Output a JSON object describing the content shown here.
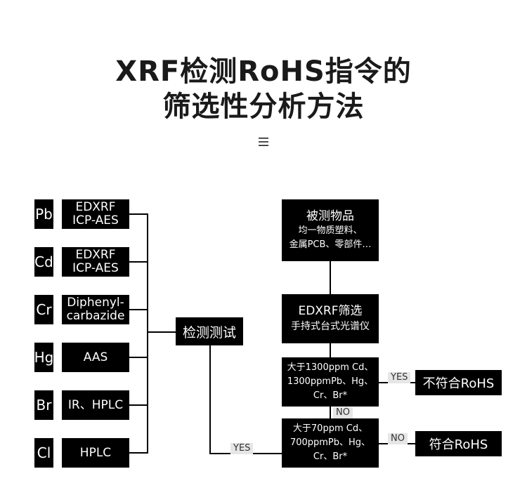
{
  "title": {
    "line1": "XRF检测RoHS指令的",
    "line2": "筛选性分析方法"
  },
  "elements": [
    {
      "symbol": "Pb",
      "methods": [
        "EDXRF",
        "ICP-AES"
      ]
    },
    {
      "symbol": "Cd",
      "methods": [
        "EDXRF",
        "ICP-AES"
      ]
    },
    {
      "symbol": "Cr",
      "methods": [
        "Diphenyl-",
        "carbazide"
      ]
    },
    {
      "symbol": "Hg",
      "methods": [
        "AAS"
      ]
    },
    {
      "symbol": "Br",
      "methods": [
        "IR、HPLC"
      ]
    },
    {
      "symbol": "Cl",
      "methods": [
        "HPLC"
      ]
    }
  ],
  "center": {
    "label": "检测测试"
  },
  "flow": {
    "sample": {
      "title": "被测物品",
      "line1": "均一物质塑料、",
      "line2": "金属PCB、零部件…"
    },
    "screen": {
      "title": "EDXRF筛选",
      "subtitle": "手持式台式光谱仪"
    },
    "check1": {
      "line1": "大于1300ppm Cd、",
      "line2": "1300ppmPb、Hg、",
      "line3": "Cr、Br*"
    },
    "check2": {
      "line1": "大于70ppm Cd、",
      "line2": "700ppmPb、Hg、",
      "line3": "Cr、Br*"
    },
    "non_compliant": "不符合RoHS",
    "compliant": "符合RoHS"
  },
  "labels": {
    "yes1": "YES",
    "no1": "NO",
    "yes2": "YES",
    "no2": "NO"
  }
}
